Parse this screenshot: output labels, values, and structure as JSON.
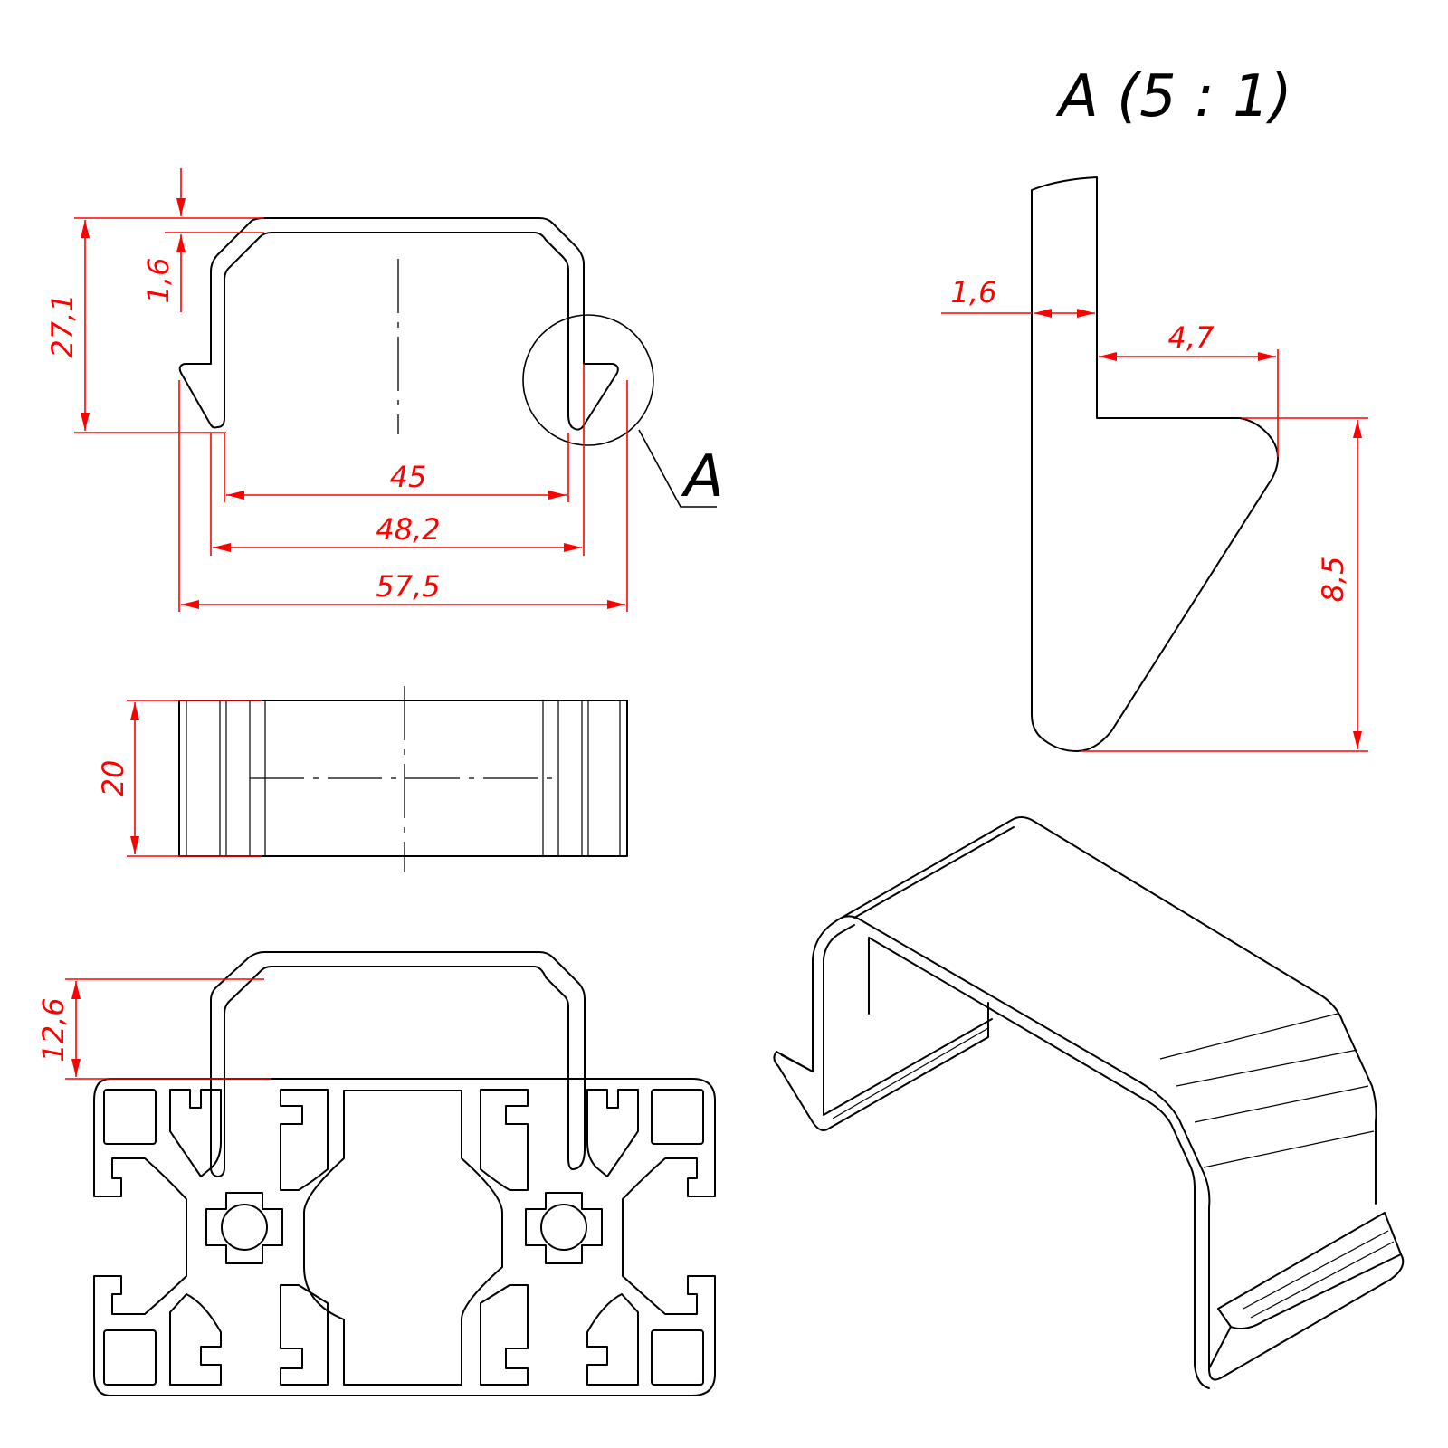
{
  "detail_title": "A (5 : 1)",
  "detail_callout": "A",
  "dimensions": {
    "top_thickness": "1,6",
    "height": "27,1",
    "inner_width": "45",
    "outer_width": "48,2",
    "overall_width": "57,5",
    "depth": "20",
    "engagement_height": "12,6",
    "detail_thickness": "1,6",
    "detail_lip": "4,7",
    "detail_lip_height": "8,5"
  },
  "colors": {
    "outline": "#000000",
    "dimension": "#ff0000",
    "background": "#ffffff"
  }
}
